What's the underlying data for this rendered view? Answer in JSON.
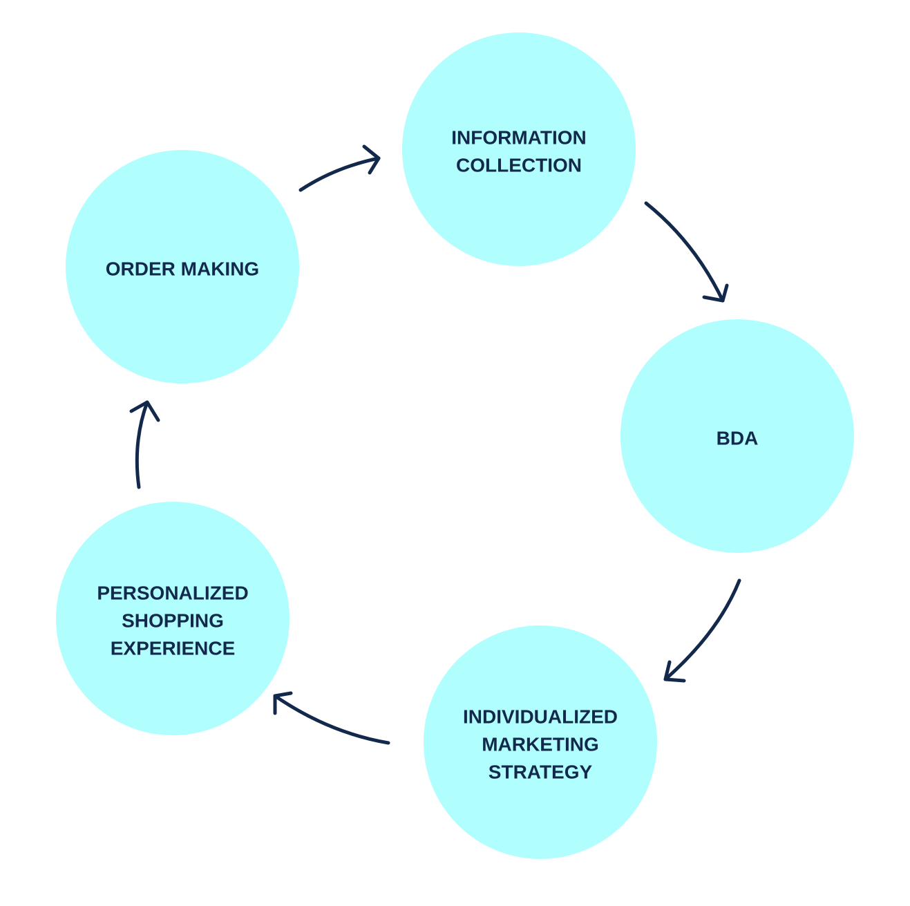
{
  "colors": {
    "node_fill": "#b0fefe",
    "text": "#13294b",
    "arrow": "#13294b",
    "background": "#ffffff"
  },
  "nodes": [
    {
      "id": "information-collection",
      "lines": [
        "INFORMATION",
        "COLLECTION"
      ]
    },
    {
      "id": "bda",
      "lines": [
        "BDA"
      ]
    },
    {
      "id": "individualized-marketing-strategy",
      "lines": [
        "INDIVIDUALIZED",
        "MARKETING",
        "STRATEGY"
      ]
    },
    {
      "id": "personalized-shopping-experience",
      "lines": [
        "PERSONALIZED",
        "SHOPPING",
        "EXPERIENCE"
      ]
    },
    {
      "id": "order-making",
      "lines": [
        "ORDER MAKING"
      ]
    }
  ],
  "edges": [
    {
      "from": "order-making",
      "to": "information-collection"
    },
    {
      "from": "information-collection",
      "to": "bda"
    },
    {
      "from": "bda",
      "to": "individualized-marketing-strategy"
    },
    {
      "from": "individualized-marketing-strategy",
      "to": "personalized-shopping-experience"
    },
    {
      "from": "personalized-shopping-experience",
      "to": "order-making"
    }
  ]
}
